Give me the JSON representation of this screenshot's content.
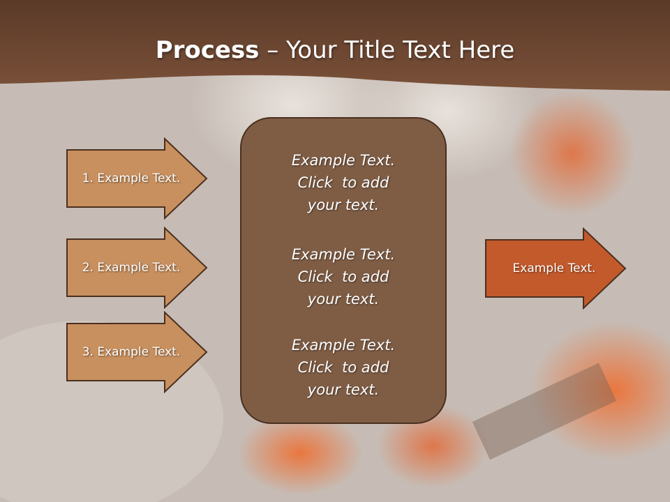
{
  "slide": {
    "title_bold": "Process",
    "title_rest": " – Your Title Text Here",
    "colors": {
      "header": "#6b4631",
      "left_arrow_fill": "#c8905f",
      "center_box_fill": "#7f5d45",
      "output_arrow_fill": "#c25a2b",
      "outline": "#4a2f1e"
    }
  },
  "inputs": [
    {
      "label": "1. Example Text."
    },
    {
      "label": "2. Example Text."
    },
    {
      "label": "3. Example Text."
    }
  ],
  "center": {
    "items": [
      {
        "line1": "Example Text.",
        "line2": "Click  to add",
        "line3": "your text."
      },
      {
        "line1": "Example Text.",
        "line2": "Click  to add",
        "line3": "your text."
      },
      {
        "line1": "Example Text.",
        "line2": "Click  to add",
        "line3": "your text."
      }
    ]
  },
  "output": {
    "label": "Example Text."
  }
}
